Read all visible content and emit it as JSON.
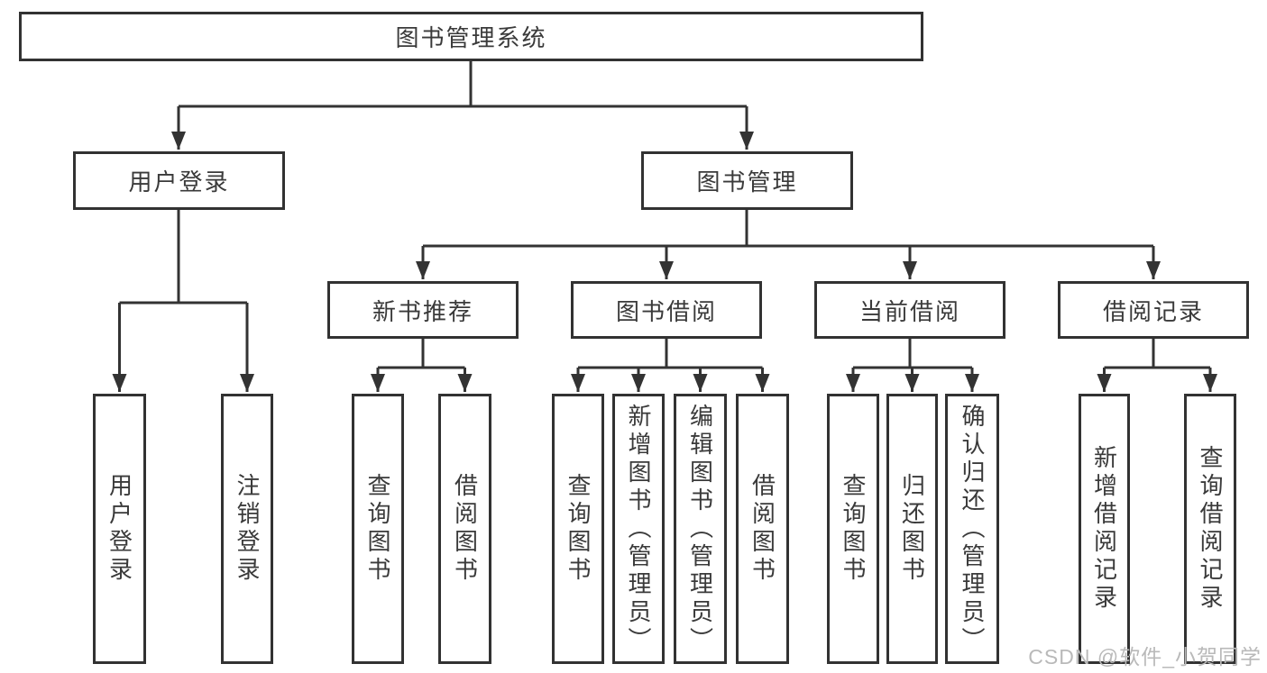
{
  "colors": {
    "line": "#333333",
    "box_border": "#323232",
    "text": "#3a3a3a",
    "background": "#ffffff",
    "watermark": "#b9b9b9"
  },
  "watermark": {
    "text": "CSDN @软件_小贺同学"
  },
  "tree": {
    "label": "图书管理系统",
    "children": [
      {
        "label": "用户登录",
        "children": [
          {
            "label": "用户登录"
          },
          {
            "label": "注销登录"
          }
        ]
      },
      {
        "label": "图书管理",
        "children": [
          {
            "label": "新书推荐",
            "children": [
              {
                "label": "查询图书"
              },
              {
                "label": "借阅图书"
              }
            ]
          },
          {
            "label": "图书借阅",
            "children": [
              {
                "label": "查询图书"
              },
              {
                "label": "新增图书（管理员）"
              },
              {
                "label": "编辑图书（管理员）"
              },
              {
                "label": "借阅图书"
              }
            ]
          },
          {
            "label": "当前借阅",
            "children": [
              {
                "label": "查询图书"
              },
              {
                "label": "归还图书"
              },
              {
                "label": "确认归还（管理员）"
              }
            ]
          },
          {
            "label": "借阅记录",
            "children": [
              {
                "label": "新增借阅记录"
              },
              {
                "label": "查询借阅记录"
              }
            ]
          }
        ]
      }
    ]
  }
}
